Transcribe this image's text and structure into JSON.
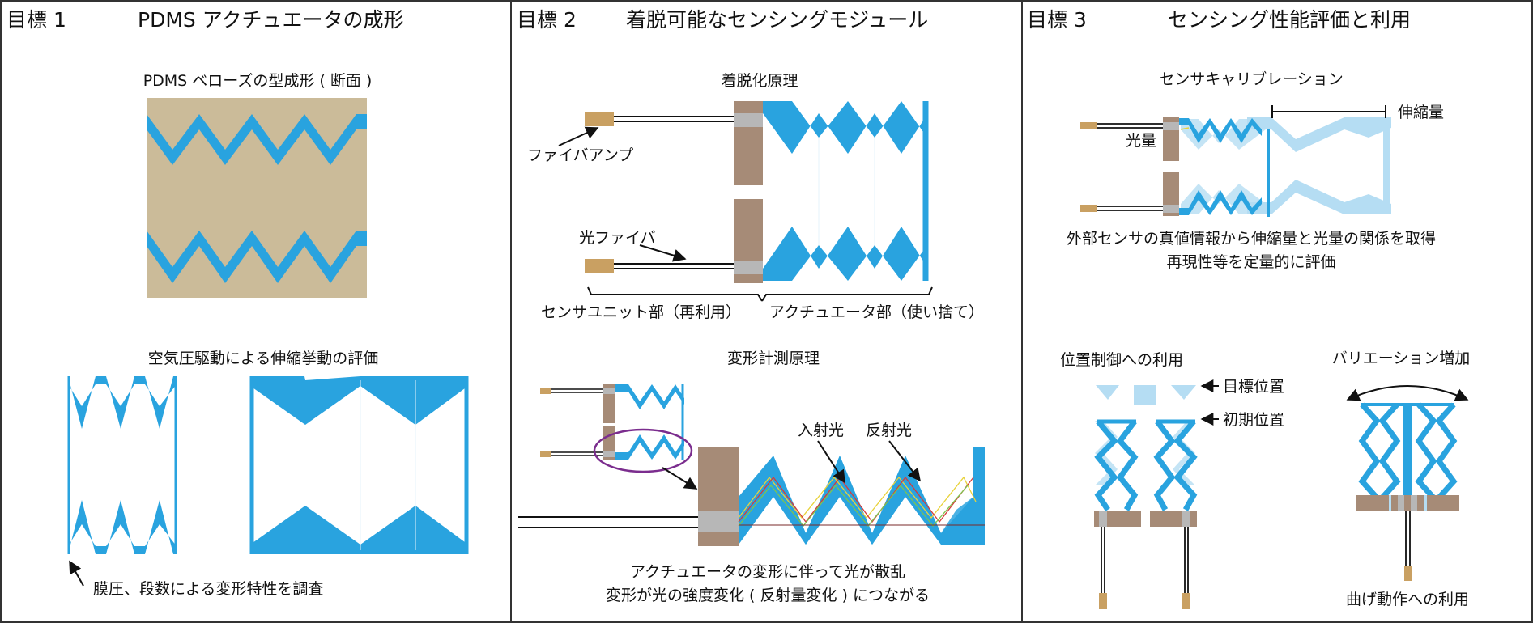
{
  "panels": [
    {
      "goal_label": "目標 1",
      "title": "PDMS アクチュエータの成形",
      "sections": {
        "mold_caption": "PDMS ベローズの型成形 ( 断面 )",
        "eval_caption": "空気圧駆動による伸縮挙動の評価",
        "note": "膜圧、段数による変形特性を調査"
      }
    },
    {
      "goal_label": "目標 2",
      "title": "着脱可能なセンシングモジュール",
      "sections": {
        "principle_caption": "着脱化原理",
        "fiber_amp_label": "ファイバアンプ",
        "optical_fiber_label": "光ファイバ",
        "sensor_unit_label": "センサユニット部（再利用）",
        "actuator_unit_label": "アクチュエータ部（使い捨て）",
        "measure_caption": "変形計測原理",
        "incident_label": "入射光",
        "reflected_label": "反射光",
        "note_line1": "アクチュエータの変形に伴って光が散乱",
        "note_line2": "変形が光の強度変化 ( 反射量変化 ) につながる"
      }
    },
    {
      "goal_label": "目標 3",
      "title": "センシング性能評価と利用",
      "sections": {
        "calib_caption": "センサキャリブレーション",
        "elongation_label": "伸縮量",
        "light_amount_label": "光量",
        "calib_note_line1": "外部センサの真値情報から伸縮量と光量の関係を取得",
        "calib_note_line2": "再現性等を定量的に評価",
        "position_caption": "位置制御への利用",
        "target_pos_label": "目標位置",
        "initial_pos_label": "初期位置",
        "variation_caption": "バリエーション増加",
        "bending_caption": "曲げ動作への利用"
      }
    }
  ],
  "colors": {
    "actuator_blue": "#29a3df",
    "actuator_light_blue": "#b5ddf3",
    "mold_tan": "#cbbb99",
    "body_brown": "#a68b77",
    "connector_gray": "#b7b7b7",
    "amp_gold": "#c9a062",
    "ellipse_purple": "#7b2d8e",
    "border": "#333333"
  }
}
